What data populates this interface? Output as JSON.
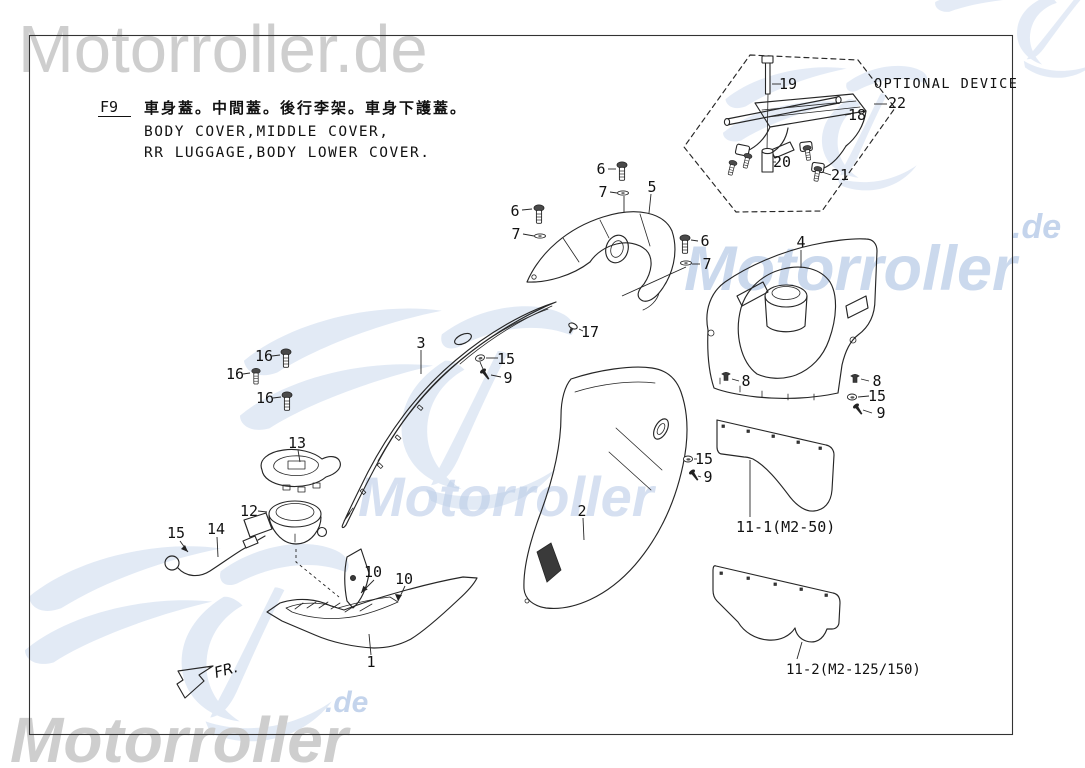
{
  "header": {
    "figure_code": "F9",
    "title_zh": "車身蓋。中間蓋。後行李架。車身下護蓋。",
    "title_en_line1": "BODY COVER,MIDDLE COVER,",
    "title_en_line2": "RR LUGGAGE,BODY LOWER COVER."
  },
  "optional_device": {
    "label": "OPTIONAL DEVICE"
  },
  "direction_indicator": {
    "label": "FR."
  },
  "watermarks": {
    "brand_top": "Motorroller.de",
    "brand_bottom": "Motorroller",
    "brand_mid": "Motorroller",
    "brand_right": "Motorroller",
    "suffix_de_right": ".de",
    "suffix_de_bottom": ".de"
  },
  "callouts": {
    "p1": "1",
    "p2": "2",
    "p3": "3",
    "p4": "4",
    "p5": "5",
    "p6": "6",
    "p7": "7",
    "p8": "8",
    "p9": "9",
    "p10": "10",
    "p12": "12",
    "p13": "13",
    "p14": "14",
    "p15": "15",
    "p16": "16",
    "p17": "17",
    "p18": "18",
    "p19": "19",
    "p20": "20",
    "p21": "21",
    "p22": "22",
    "p11_1": "11-1(M2-50)",
    "p11_2": "11-2(M2-125/150)"
  },
  "colors": {
    "line": "#262626",
    "label": "#111111",
    "background": "#ffffff",
    "watermark_gray": "#c9c9c9",
    "watermark_blue": "#c3d4ec",
    "watermark_blue_text": "#b2c7e5"
  }
}
